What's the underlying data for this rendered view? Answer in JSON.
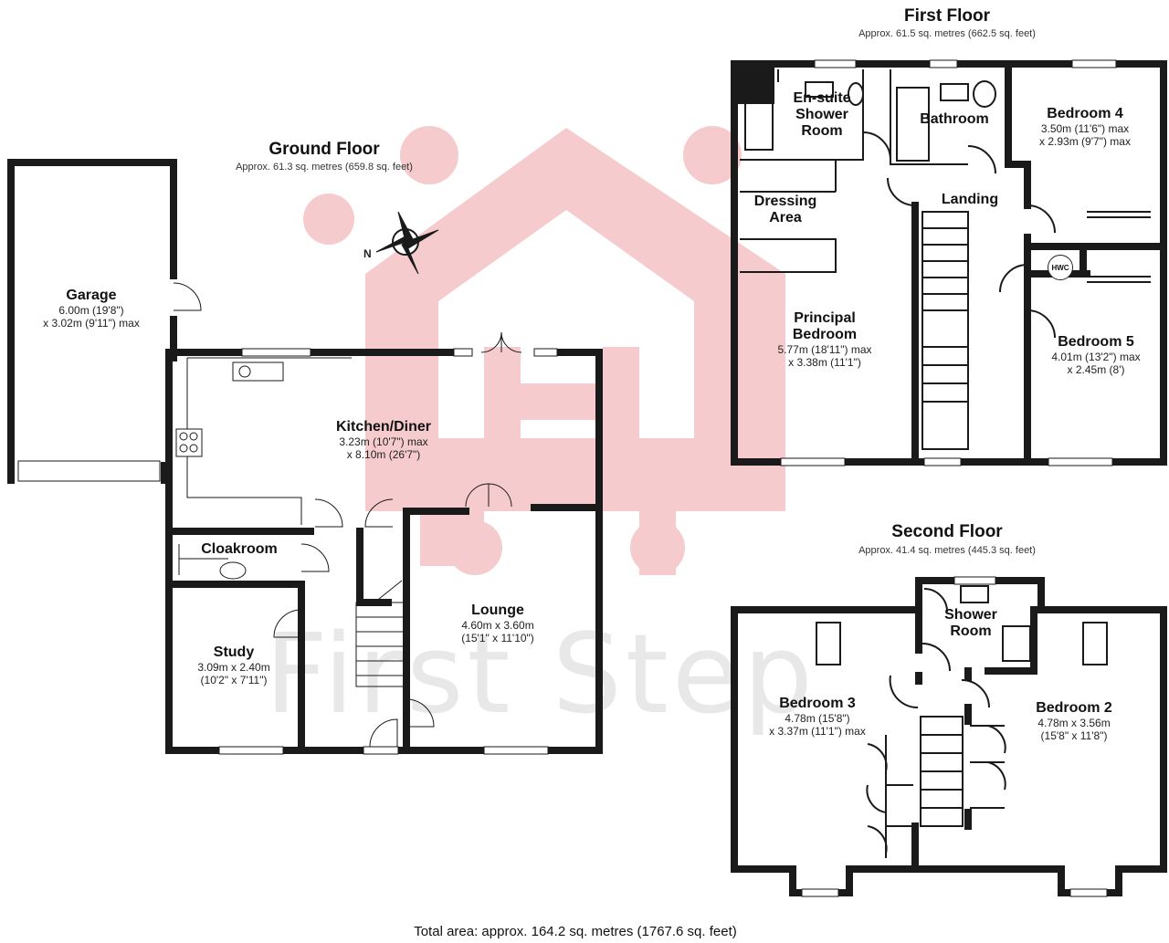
{
  "ground_floor": {
    "title": "Ground Floor",
    "area": "Approx. 61.3 sq. metres (659.8 sq. feet)",
    "compass_label": "N",
    "rooms": {
      "garage": {
        "name": "Garage",
        "dim1": "6.00m (19'8\")",
        "dim2": "x 3.02m (9'11\") max"
      },
      "kitchen": {
        "name": "Kitchen/Diner",
        "dim1": "3.23m (10'7\") max",
        "dim2": "x 8.10m (26'7\")"
      },
      "cloakroom": {
        "name": "Cloakroom"
      },
      "study": {
        "name": "Study",
        "dim1": "3.09m x 2.40m",
        "dim2": "(10'2\" x 7'11\")"
      },
      "lounge": {
        "name": "Lounge",
        "dim1": "4.60m x 3.60m",
        "dim2": "(15'1\" x 11'10\")"
      }
    }
  },
  "first_floor": {
    "title": "First Floor",
    "area": "Approx. 61.5 sq. metres (662.5 sq. feet)",
    "hwc_label": "HWC",
    "rooms": {
      "ensuite": {
        "name1": "En-suite",
        "name2": "Shower",
        "name3": "Room"
      },
      "bathroom": {
        "name": "Bathroom"
      },
      "bedroom4": {
        "name": "Bedroom 4",
        "dim1": "3.50m (11'6\") max",
        "dim2": "x 2.93m (9'7\") max"
      },
      "dressing": {
        "name1": "Dressing",
        "name2": "Area"
      },
      "landing": {
        "name": "Landing"
      },
      "principal": {
        "name1": "Principal",
        "name2": "Bedroom",
        "dim1": "5.77m (18'11\") max",
        "dim2": "x 3.38m (11'1\")"
      },
      "bedroom5": {
        "name": "Bedroom 5",
        "dim1": "4.01m (13'2\") max",
        "dim2": "x 2.45m (8')"
      }
    }
  },
  "second_floor": {
    "title": "Second Floor",
    "area": "Approx. 41.4 sq. metres (445.3 sq. feet)",
    "rooms": {
      "shower": {
        "name1": "Shower",
        "name2": "Room"
      },
      "bedroom3": {
        "name": "Bedroom 3",
        "dim1": "4.78m (15'8\")",
        "dim2": "x 3.37m (11'1\") max"
      },
      "bedroom2": {
        "name": "Bedroom 2",
        "dim1": "4.78m x 3.56m",
        "dim2": "(15'8\" x 11'8\")"
      }
    }
  },
  "watermark_text": "First Step",
  "total_area": "Total area: approx. 164.2 sq. metres (1767.6 sq. feet)",
  "colors": {
    "wall": "#1a1a1a",
    "logo": "#f2b8bc",
    "window": "#ffffff"
  }
}
